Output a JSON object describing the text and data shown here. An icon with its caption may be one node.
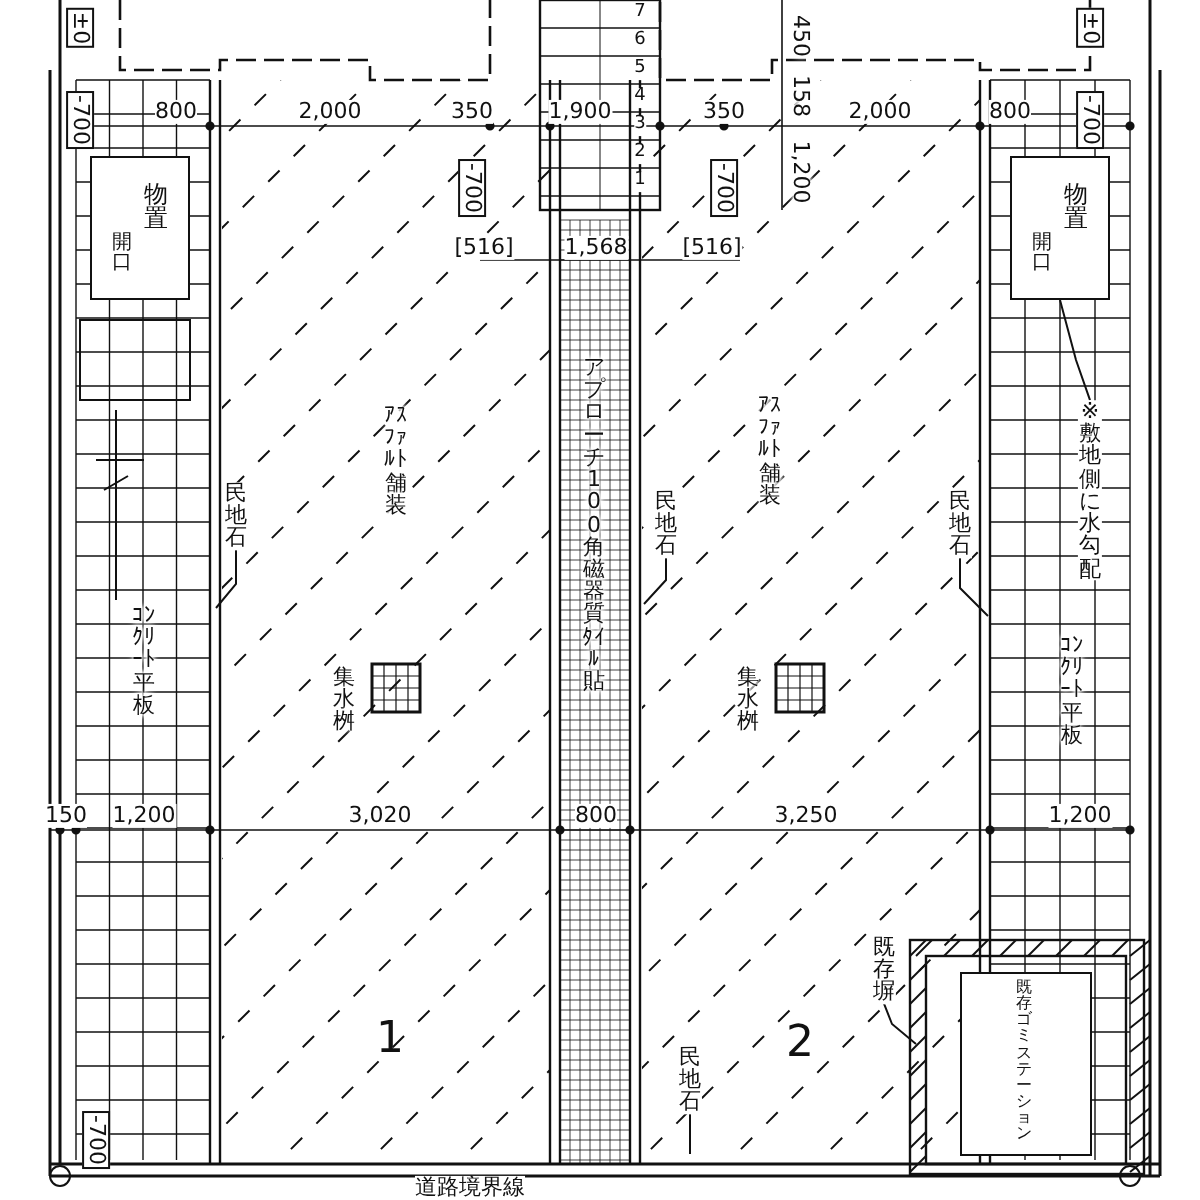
{
  "diagram": {
    "nodes": [
      {
        "text": [
          "物置",
          "開口"
        ]
      },
      {
        "text": [
          "物置",
          "開口"
        ]
      },
      {
        "text": [
          "既存ゴミステーション"
        ]
      },
      {
        "text": [
          "民地石"
        ]
      },
      {
        "text": [
          "民地石"
        ]
      },
      {
        "text": [
          "民地石"
        ]
      },
      {
        "text": [
          "民地石"
        ]
      },
      {
        "text": [
          "既存塀"
        ]
      },
      {
        "text": [
          "※敷地側に水勾配"
        ]
      }
    ],
    "edges": [
      {
        "from": 3,
        "to": null,
        "arrow": "none"
      },
      {
        "from": 4,
        "to": null,
        "arrow": "none"
      },
      {
        "from": 5,
        "to": null,
        "arrow": "none"
      },
      {
        "from": 6,
        "to": null,
        "arrow": "none"
      },
      {
        "from": 7,
        "to": null,
        "arrow": "none"
      },
      {
        "from": 8,
        "to": 1,
        "arrow": "none"
      }
    ],
    "labels": [
      "±0",
      "±0",
      "7",
      "6",
      "5",
      "4",
      "3",
      "2",
      "1",
      "450",
      "158",
      "-700",
      "800",
      "2,000",
      "350",
      "1,900",
      "350",
      "2,000",
      "800",
      "-700",
      "-700",
      "-700",
      "1,200",
      "[516]",
      "1,568",
      "[516]",
      "ｱｽﾌｧﾙﾄ舗装",
      "アプローチ 100角磁器質ﾀｲﾙ貼",
      "ｱｽﾌｧﾙﾄ舗装",
      "ｺﾝｸﾘｰﾄ平板",
      "集水桝",
      "集水桝",
      "ｺﾝｸﾘｰﾄ平板",
      "150",
      "1,200",
      "3,020",
      "800",
      "3,250",
      "1,200",
      "1",
      "2",
      "-700",
      "道路境界線"
    ]
  }
}
